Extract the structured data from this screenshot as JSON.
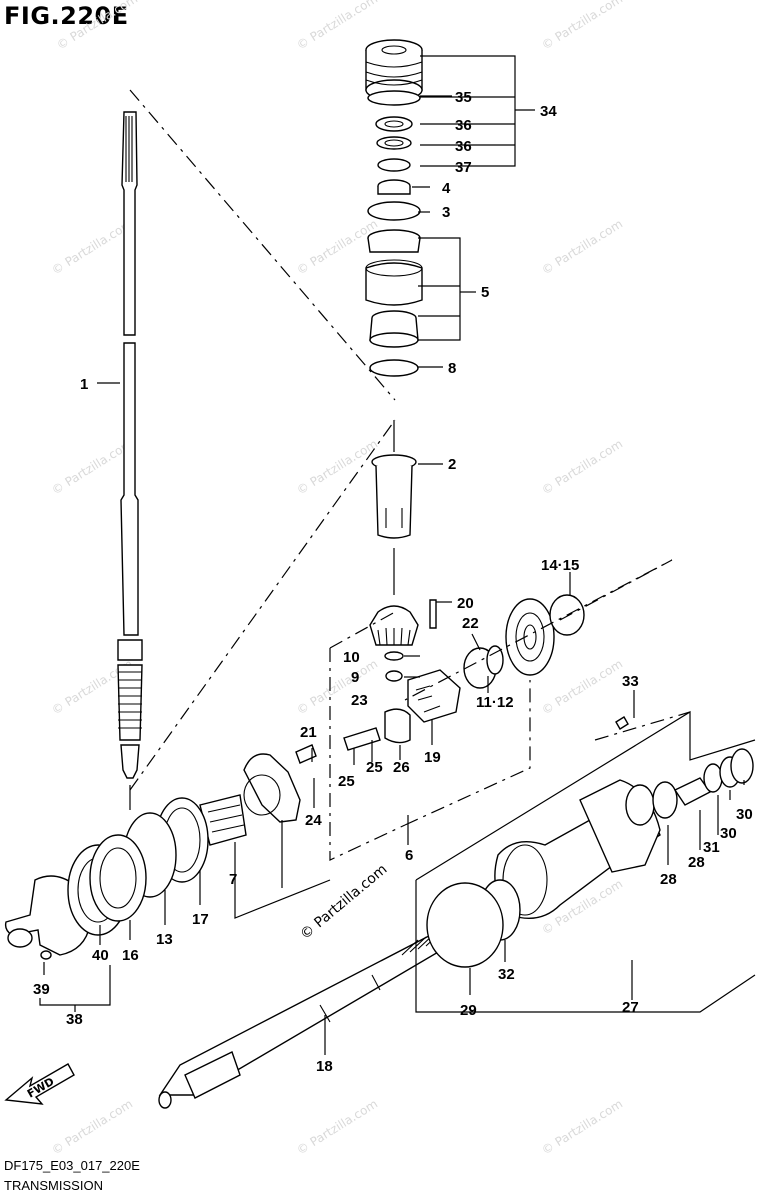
{
  "figure": {
    "title": "FIG.220E",
    "code": "DF175_E03_017_220E",
    "name": "TRANSMISSION"
  },
  "watermark": "© Partzilla.com",
  "fwd_label": "FWD",
  "callouts": {
    "c1": "1",
    "c2": "2",
    "c3": "3",
    "c4": "4",
    "c5": "5",
    "c6": "6",
    "c7": "7",
    "c8": "8",
    "c9": "9",
    "c10": "10",
    "c11_12": "11·12",
    "c13": "13",
    "c14_15": "14·15",
    "c16": "16",
    "c17": "17",
    "c18": "18",
    "c19": "19",
    "c20": "20",
    "c21": "21",
    "c22": "22",
    "c23": "23",
    "c24": "24",
    "c25a": "25",
    "c25b": "25",
    "c26": "26",
    "c27": "27",
    "c28a": "28",
    "c28b": "28",
    "c29": "29",
    "c30a": "30",
    "c30b": "30",
    "c31": "31",
    "c32": "32",
    "c33": "33",
    "c34": "34",
    "c35": "35",
    "c36a": "36",
    "c36b": "36",
    "c37": "37",
    "c38": "38",
    "c39": "39",
    "c40": "40"
  }
}
